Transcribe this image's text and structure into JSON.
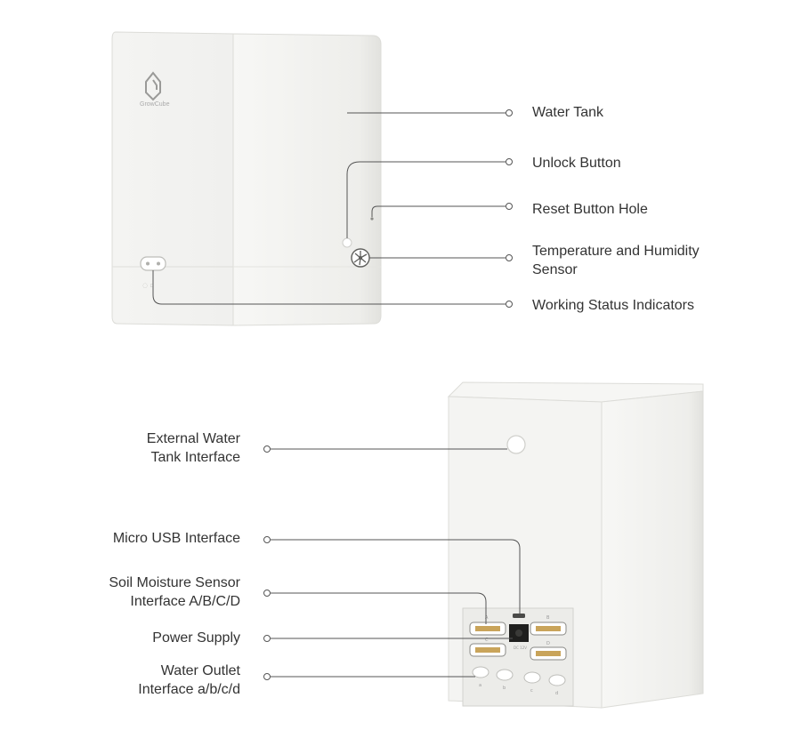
{
  "product": {
    "brand": "GrowCube",
    "port_letters": [
      "A",
      "B",
      "C",
      "D"
    ],
    "outlet_letters": [
      "a",
      "b",
      "c",
      "d"
    ],
    "dc_label": "DC 12V"
  },
  "front_labels": [
    {
      "text": "Water Tank"
    },
    {
      "text": "Unlock Button"
    },
    {
      "text": "Reset Button Hole"
    },
    {
      "text": "Temperature and Humidity Sensor",
      "lines": [
        "Temperature and Humidity",
        "Sensor"
      ]
    },
    {
      "text": "Working Status Indicators"
    }
  ],
  "back_labels": [
    {
      "text": "External Water Tank Interface",
      "lines": [
        "External Water",
        "Tank Interface"
      ]
    },
    {
      "text": "Micro USB Interface"
    },
    {
      "text": "Soil Moisture Sensor Interface A/B/C/D",
      "lines": [
        "Soil Moisture Sensor",
        "Interface A/B/C/D"
      ]
    },
    {
      "text": "Power Supply"
    },
    {
      "text": "Water Outlet Interface a/b/c/d",
      "lines": [
        "Water Outlet",
        "Interface a/b/c/d"
      ]
    }
  ],
  "colors": {
    "device_body": "#f3f3f1",
    "device_side": "#ecece9",
    "device_edge": "#d8d8d4",
    "leader_line": "#555555",
    "text": "#333333"
  }
}
